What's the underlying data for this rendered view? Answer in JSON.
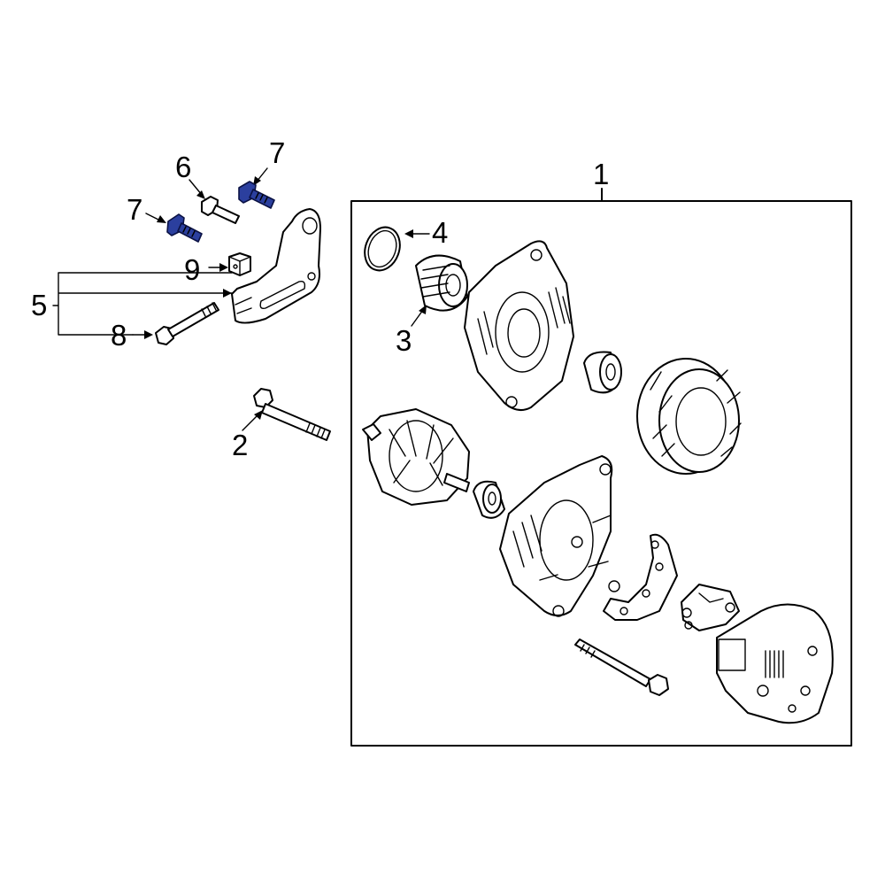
{
  "callouts": {
    "c1": "1",
    "c2": "2",
    "c3": "3",
    "c4": "4",
    "c5": "5",
    "c6": "6",
    "c7a": "7",
    "c7b": "7",
    "c8": "8",
    "c9": "9"
  },
  "colors": {
    "highlight": "#2b3f9e",
    "line": "#000000",
    "background": "#ffffff"
  }
}
